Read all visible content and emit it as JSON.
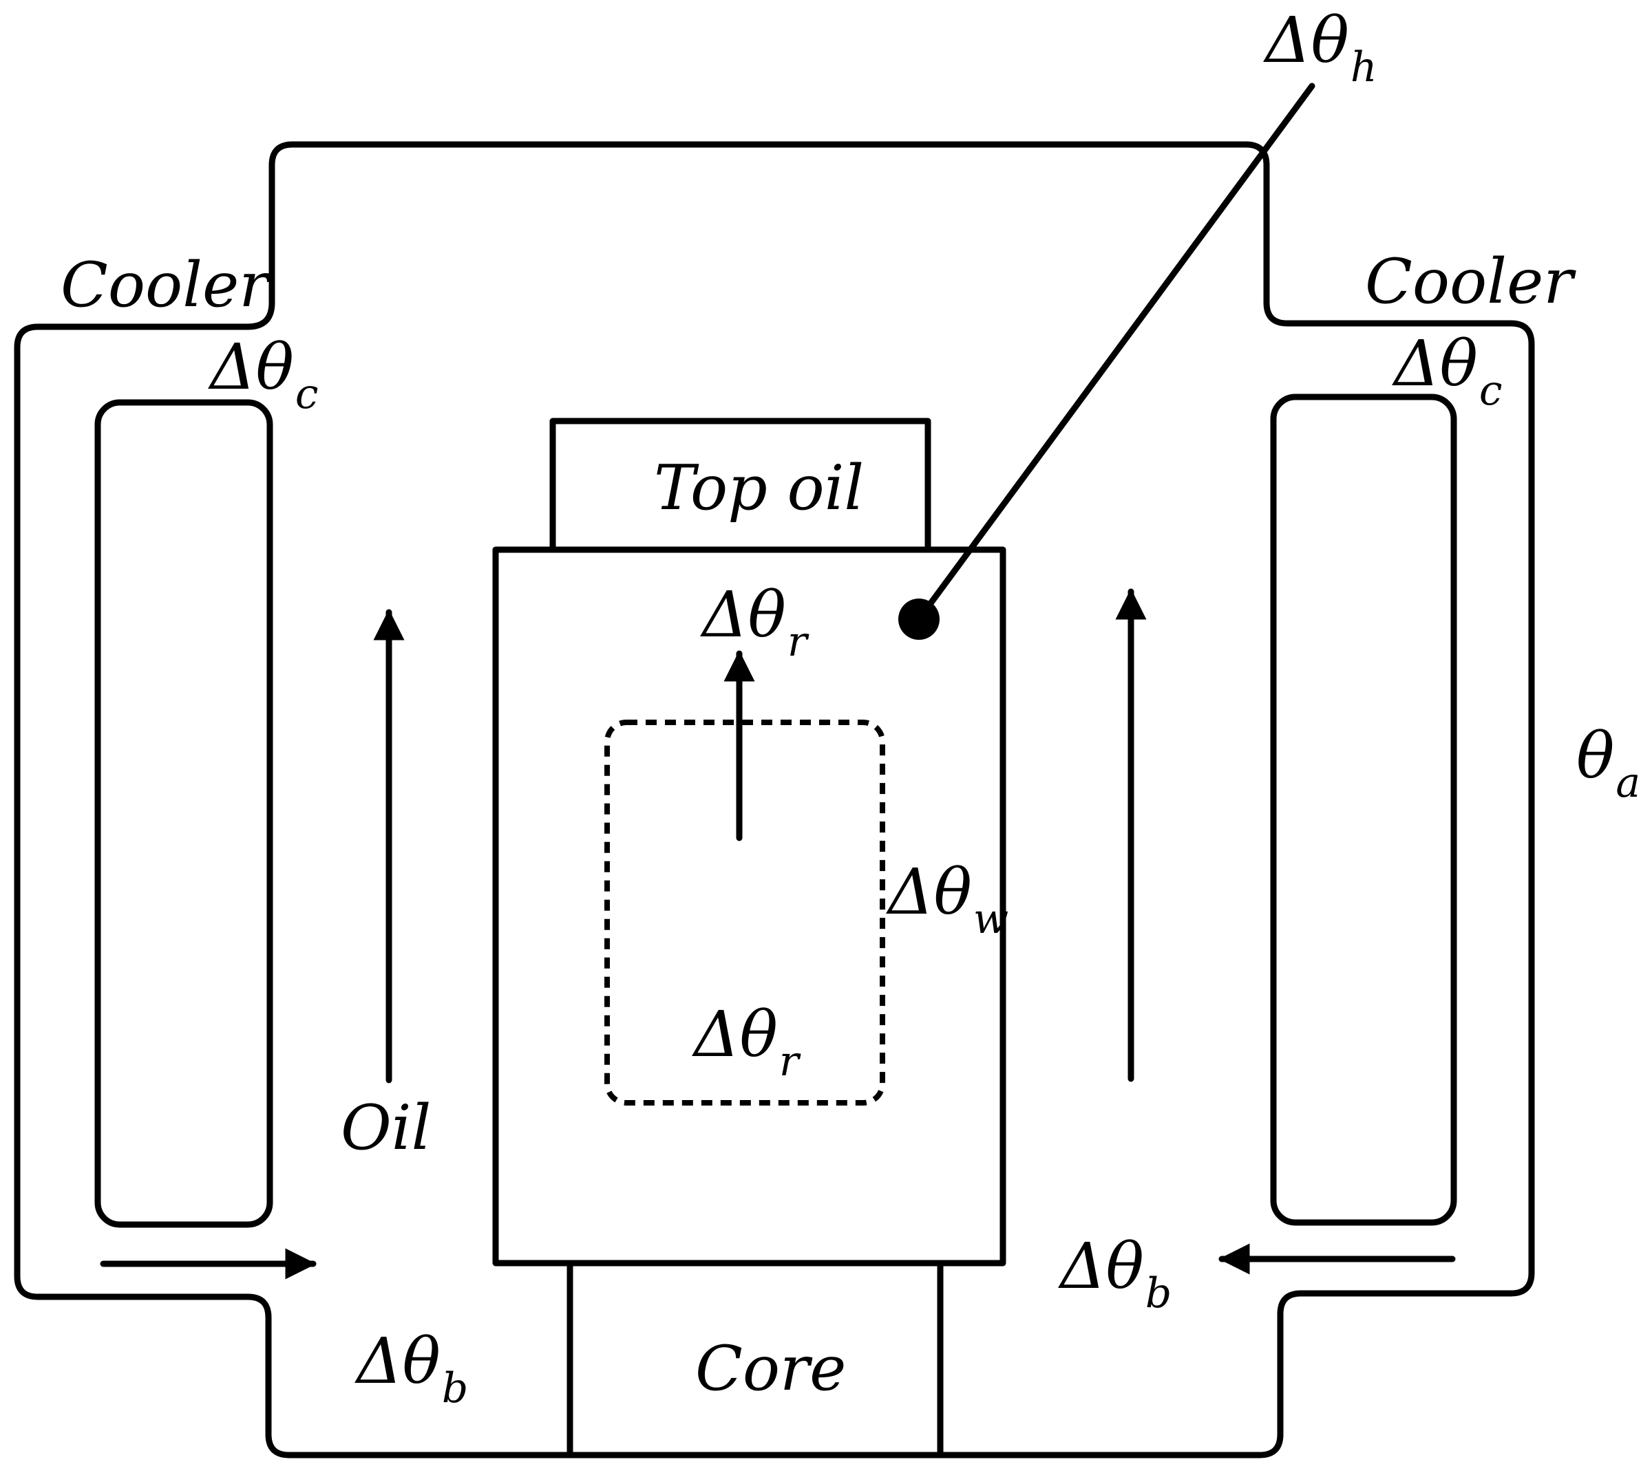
{
  "labels": {
    "cooler": "Cooler",
    "top_oil": "Top oil",
    "oil": "Oil",
    "core": "Core"
  },
  "symbols": {
    "delta_theta": "Δθ",
    "theta": "θ",
    "sub_h": "h",
    "sub_c": "c",
    "sub_r": "r",
    "sub_w": "w",
    "sub_b": "b",
    "sub_a": "a"
  },
  "colors": {
    "stroke": "#000000",
    "background": "#ffffff"
  }
}
